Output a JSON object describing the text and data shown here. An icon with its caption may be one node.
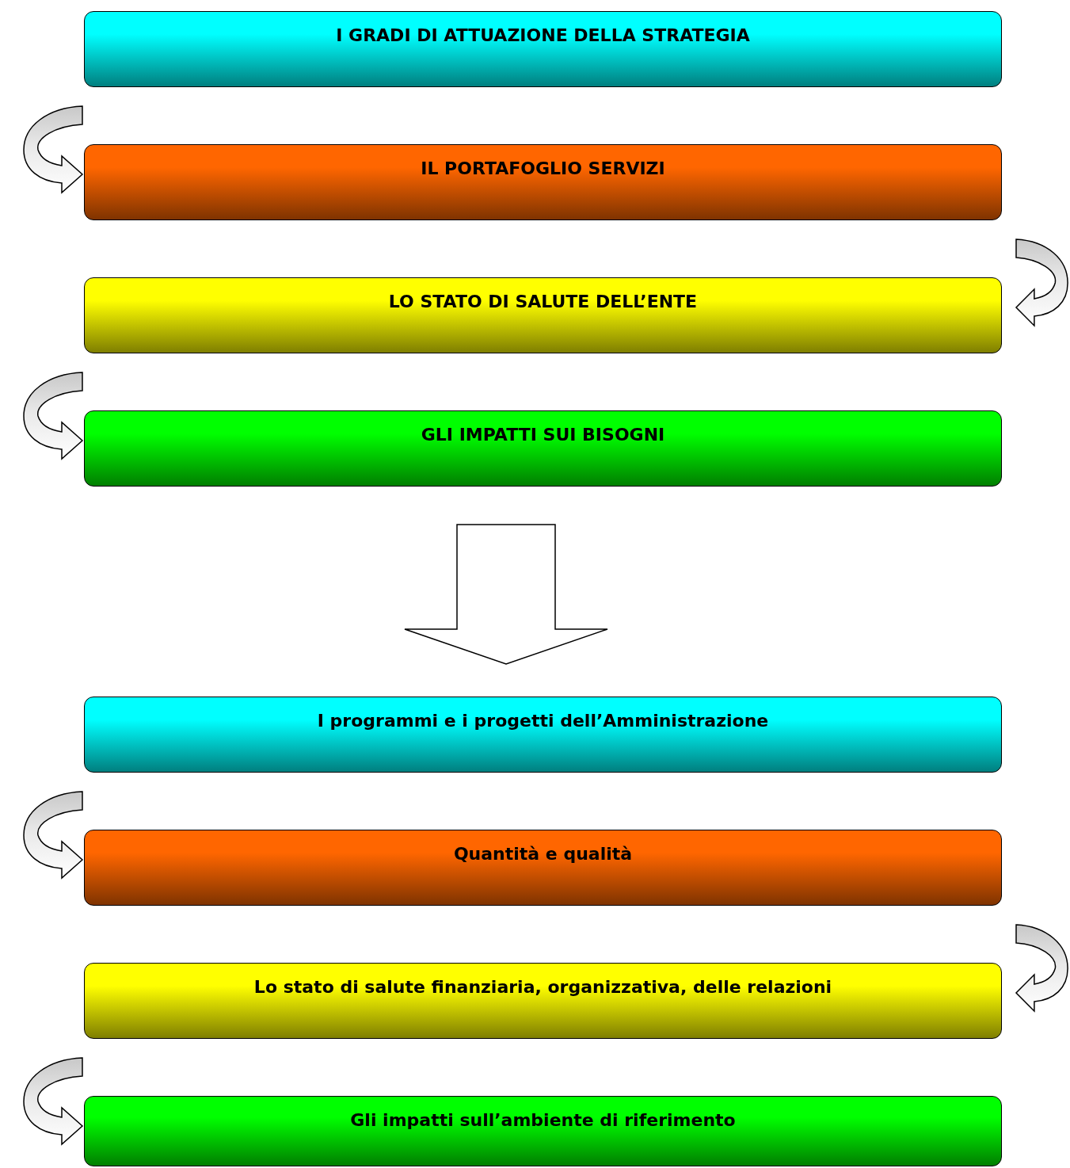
{
  "diagram": {
    "nodes": [
      {
        "text": [
          "I GRADI DI ATTUAZIONE DELLA STRATEGIA"
        ]
      },
      {
        "text": [
          "IL PORTAFOGLIO SERVIZI"
        ]
      },
      {
        "text": [
          "LO STATO DI SALUTE DELL’ENTE"
        ]
      },
      {
        "text": [
          "GLI IMPATTI SUI BISOGNI"
        ]
      },
      {
        "text": [
          "I programmi e i progetti dell’Amministrazione"
        ]
      },
      {
        "text": [
          "Quantità e qualità"
        ]
      },
      {
        "text": [
          "Lo stato di salute finanziaria, organizzativa, delle relazioni"
        ]
      },
      {
        "text": [
          "Gli impatti sull’ambiente di riferimento"
        ]
      }
    ],
    "edges": [
      {
        "from": 0,
        "to": 1,
        "arrow": "to"
      },
      {
        "from": 1,
        "to": 2,
        "arrow": "to"
      },
      {
        "from": 2,
        "to": 3,
        "arrow": "to"
      },
      {
        "from": 3,
        "to": 4,
        "arrow": "to",
        "style": "thick"
      },
      {
        "from": 4,
        "to": 5,
        "arrow": "to"
      },
      {
        "from": 5,
        "to": 6,
        "arrow": "to"
      },
      {
        "from": 6,
        "to": 7,
        "arrow": "to"
      }
    ]
  }
}
